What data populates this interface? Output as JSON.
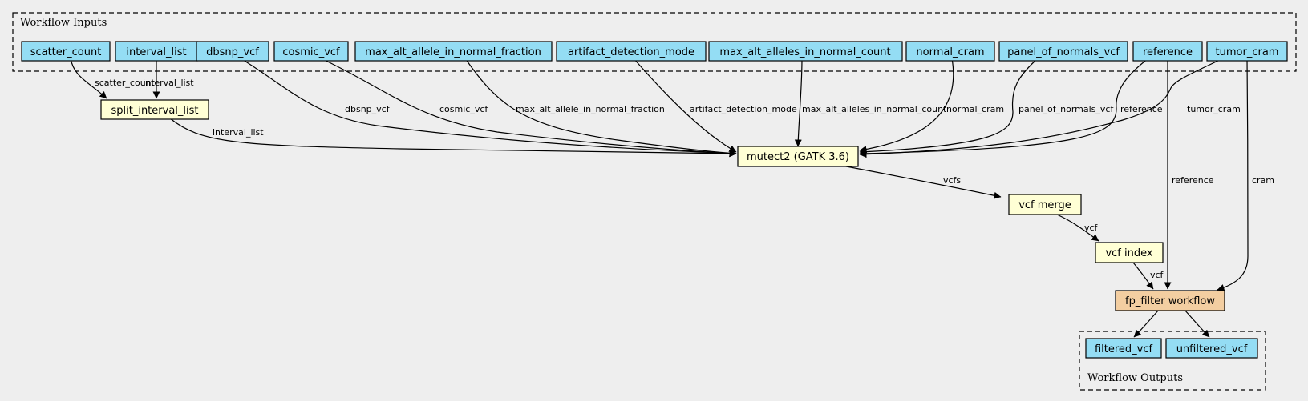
{
  "clusters": {
    "inputs": {
      "title": "Workflow Inputs"
    },
    "outputs": {
      "title": "Workflow Outputs"
    }
  },
  "colors": {
    "io_node": "#94ddf4",
    "step_node": "#ffffd5",
    "subworkflow_node": "#f3cea1",
    "background": "#eeeeee"
  },
  "nodes": {
    "scatter_count": "scatter_count",
    "interval_list": "interval_list",
    "dbsnp_vcf": "dbsnp_vcf",
    "cosmic_vcf": "cosmic_vcf",
    "max_alt_allele_in_normal_fraction": "max_alt_allele_in_normal_fraction",
    "artifact_detection_mode": "artifact_detection_mode",
    "max_alt_alleles_in_normal_count": "max_alt_alleles_in_normal_count",
    "normal_cram": "normal_cram",
    "panel_of_normals_vcf": "panel_of_normals_vcf",
    "reference": "reference",
    "tumor_cram": "tumor_cram",
    "split_interval_list": "split_interval_list",
    "mutect2": "mutect2 (GATK 3.6)",
    "vcf_merge": "vcf merge",
    "vcf_index": "vcf index",
    "fp_filter": "fp_filter workflow",
    "filtered_vcf": "filtered_vcf",
    "unfiltered_vcf": "unfiltered_vcf"
  },
  "edges": {
    "scatter_count_split": "scatter_count",
    "interval_list_split": "interval_list",
    "split_mutect": "interval_list",
    "dbsnp_mutect": "dbsnp_vcf",
    "cosmic_mutect": "cosmic_vcf",
    "maxfrac_mutect": "max_alt_allele_in_normal_fraction",
    "artifact_mutect": "artifact_detection_mode",
    "maxcount_mutect": "max_alt_alleles_in_normal_count",
    "normal_mutect": "normal_cram",
    "pon_mutect": "panel_of_normals_vcf",
    "reference_mutect": "reference",
    "tumor_mutect": "tumor_cram",
    "mutect_merge": "vcfs",
    "merge_index": "vcf",
    "index_filter": "vcf",
    "reference_filter": "reference",
    "tumor_filter": "cram",
    "filter_filtered": "",
    "filter_unfiltered": ""
  }
}
